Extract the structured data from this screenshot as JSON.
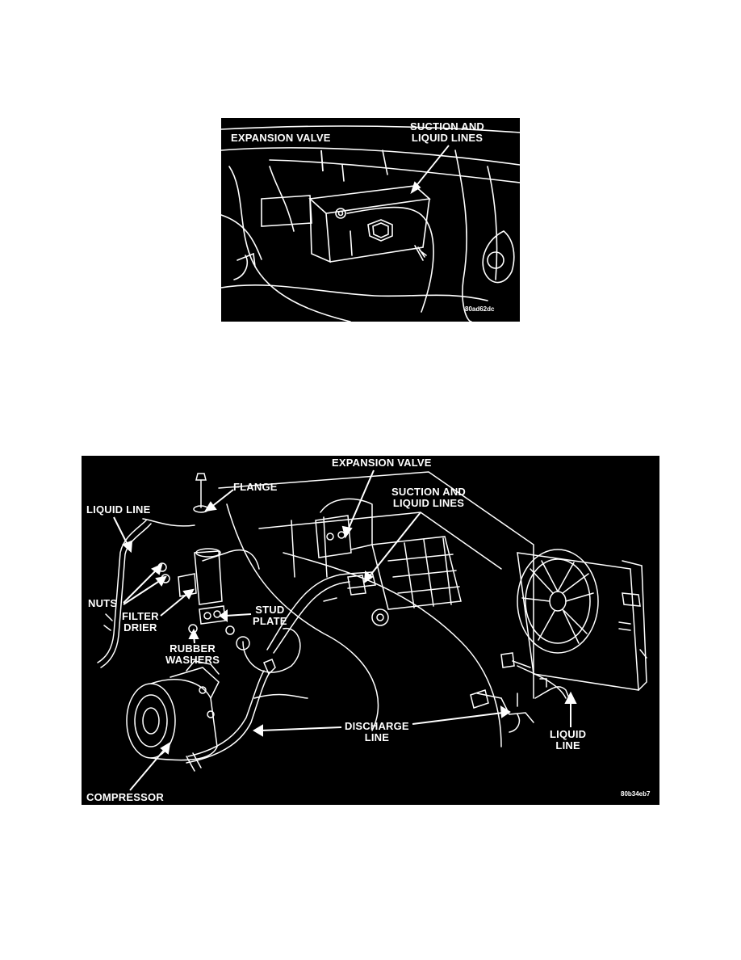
{
  "figure1": {
    "labels": {
      "expansion_valve": "EXPANSION VALVE",
      "suction_line1": "SUCTION AND",
      "suction_line2": "LIQUID LINES"
    },
    "code": "80ad62dc"
  },
  "figure2": {
    "labels": {
      "expansion_valve": "EXPANSION VALVE",
      "suction_line1": "SUCTION AND",
      "suction_line2": "LIQUID LINES",
      "flange": "FLANGE",
      "liquid_line_left": "LIQUID LINE",
      "nuts": "NUTS",
      "filter": "FILTER",
      "drier": "DRIER",
      "stud": "STUD",
      "plate": "PLATE",
      "rubber": "RUBBER",
      "washers": "WASHERS",
      "discharge": "DISCHARGE",
      "discharge_line": "LINE",
      "liquid_right1": "LIQUID",
      "liquid_right2": "LINE",
      "compressor": "COMPRESSOR"
    },
    "code": "80b34eb7"
  },
  "colors": {
    "figure_bg": "#000000",
    "line_art": "#ffffff",
    "page_bg": "#ffffff"
  }
}
